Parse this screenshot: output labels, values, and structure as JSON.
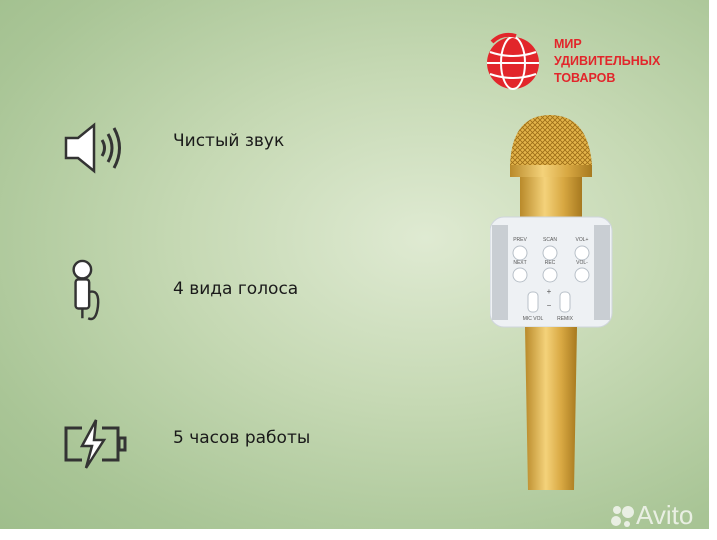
{
  "brand": {
    "line1": "МИР",
    "line2": "УДИВИТЕЛЬНЫХ",
    "line3": "ТОВАРОВ",
    "color": "#e2262b"
  },
  "features": [
    {
      "icon": "speaker-icon",
      "label": "Чистый звук"
    },
    {
      "icon": "microphone-icon",
      "label": "4 вида голоса"
    },
    {
      "icon": "battery-charging-icon",
      "label": "5 часов работы"
    }
  ],
  "product": {
    "buttons": [
      "PREV",
      "SCAN",
      "VOL+",
      "NEXT",
      "REC",
      "VOL-",
      "MIC VOL",
      "REMIX",
      "+",
      "−"
    ]
  },
  "watermark": "Avito"
}
